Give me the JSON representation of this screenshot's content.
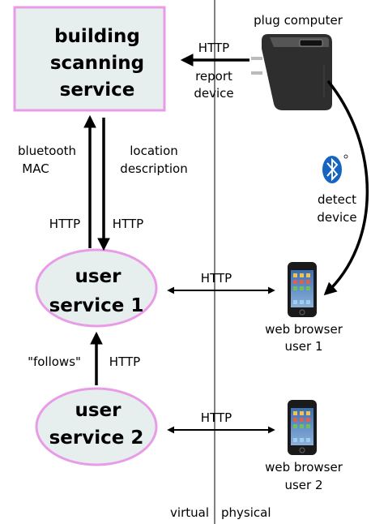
{
  "nodes": {
    "building": [
      "building",
      "scanning",
      "service"
    ],
    "user1": [
      "user",
      "service 1"
    ],
    "user2": [
      "user",
      "service 2"
    ]
  },
  "devices": {
    "plug_computer": "plug computer",
    "bluetooth_symbol": "bluetooth-logo",
    "detect": [
      "detect",
      "device"
    ],
    "browser1": [
      "web browser",
      "user 1"
    ],
    "browser2": [
      "web browser",
      "user 2"
    ]
  },
  "edges": {
    "report_http": "HTTP",
    "report_device": [
      "report",
      "device"
    ],
    "bluetooth_mac": [
      "bluetooth",
      "MAC"
    ],
    "location_description": [
      "location",
      "description"
    ],
    "left_http": "HTTP",
    "right_http": "HTTP",
    "browser1_http": "HTTP",
    "follows": "\"follows\"",
    "follows_http": "HTTP",
    "browser2_http": "HTTP"
  },
  "divider": {
    "virtual": "virtual",
    "physical": "physical"
  },
  "colors": {
    "box_fill": "#e6eeee",
    "node_stroke": "#e89ce8",
    "plug_body": "#2e2e2e",
    "bluetooth": "#1565c0"
  }
}
